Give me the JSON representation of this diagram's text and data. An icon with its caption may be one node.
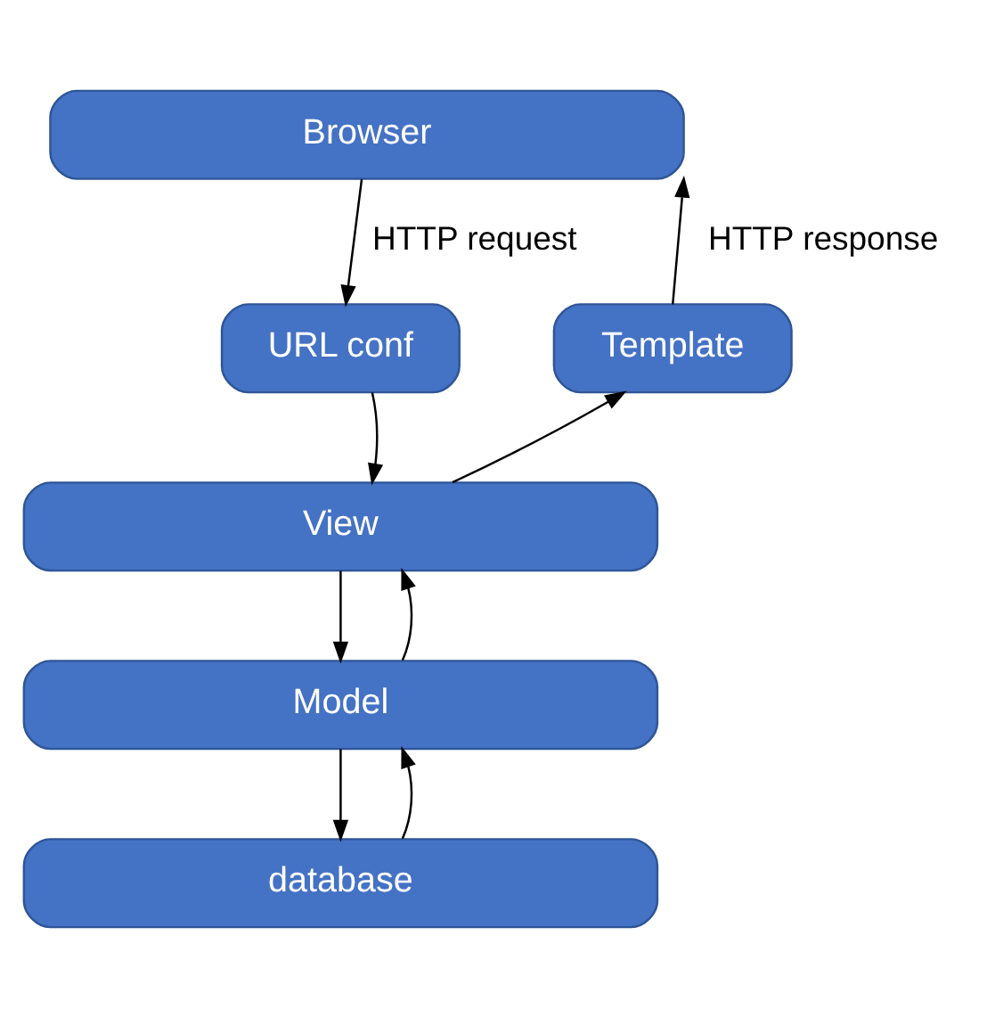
{
  "diagram": {
    "nodes": [
      {
        "text": [
          "Browser"
        ]
      },
      {
        "text": [
          "URL conf"
        ]
      },
      {
        "text": [
          "Template"
        ]
      },
      {
        "text": [
          "View"
        ]
      },
      {
        "text": [
          "Model"
        ]
      },
      {
        "text": [
          "database"
        ]
      }
    ],
    "edges": [
      {
        "from": 0,
        "to": 1,
        "arrow": "to",
        "label": "HTTP request"
      },
      {
        "from": 2,
        "to": 0,
        "arrow": "to",
        "label": "HTTP response"
      },
      {
        "from": 1,
        "to": 3,
        "arrow": "to"
      },
      {
        "from": 3,
        "to": 2,
        "arrow": "to"
      },
      {
        "from": 3,
        "to": 4,
        "arrow": "to"
      },
      {
        "from": 4,
        "to": 3,
        "arrow": "to"
      },
      {
        "from": 4,
        "to": 5,
        "arrow": "to"
      },
      {
        "from": 5,
        "to": 4,
        "arrow": "to"
      }
    ]
  }
}
